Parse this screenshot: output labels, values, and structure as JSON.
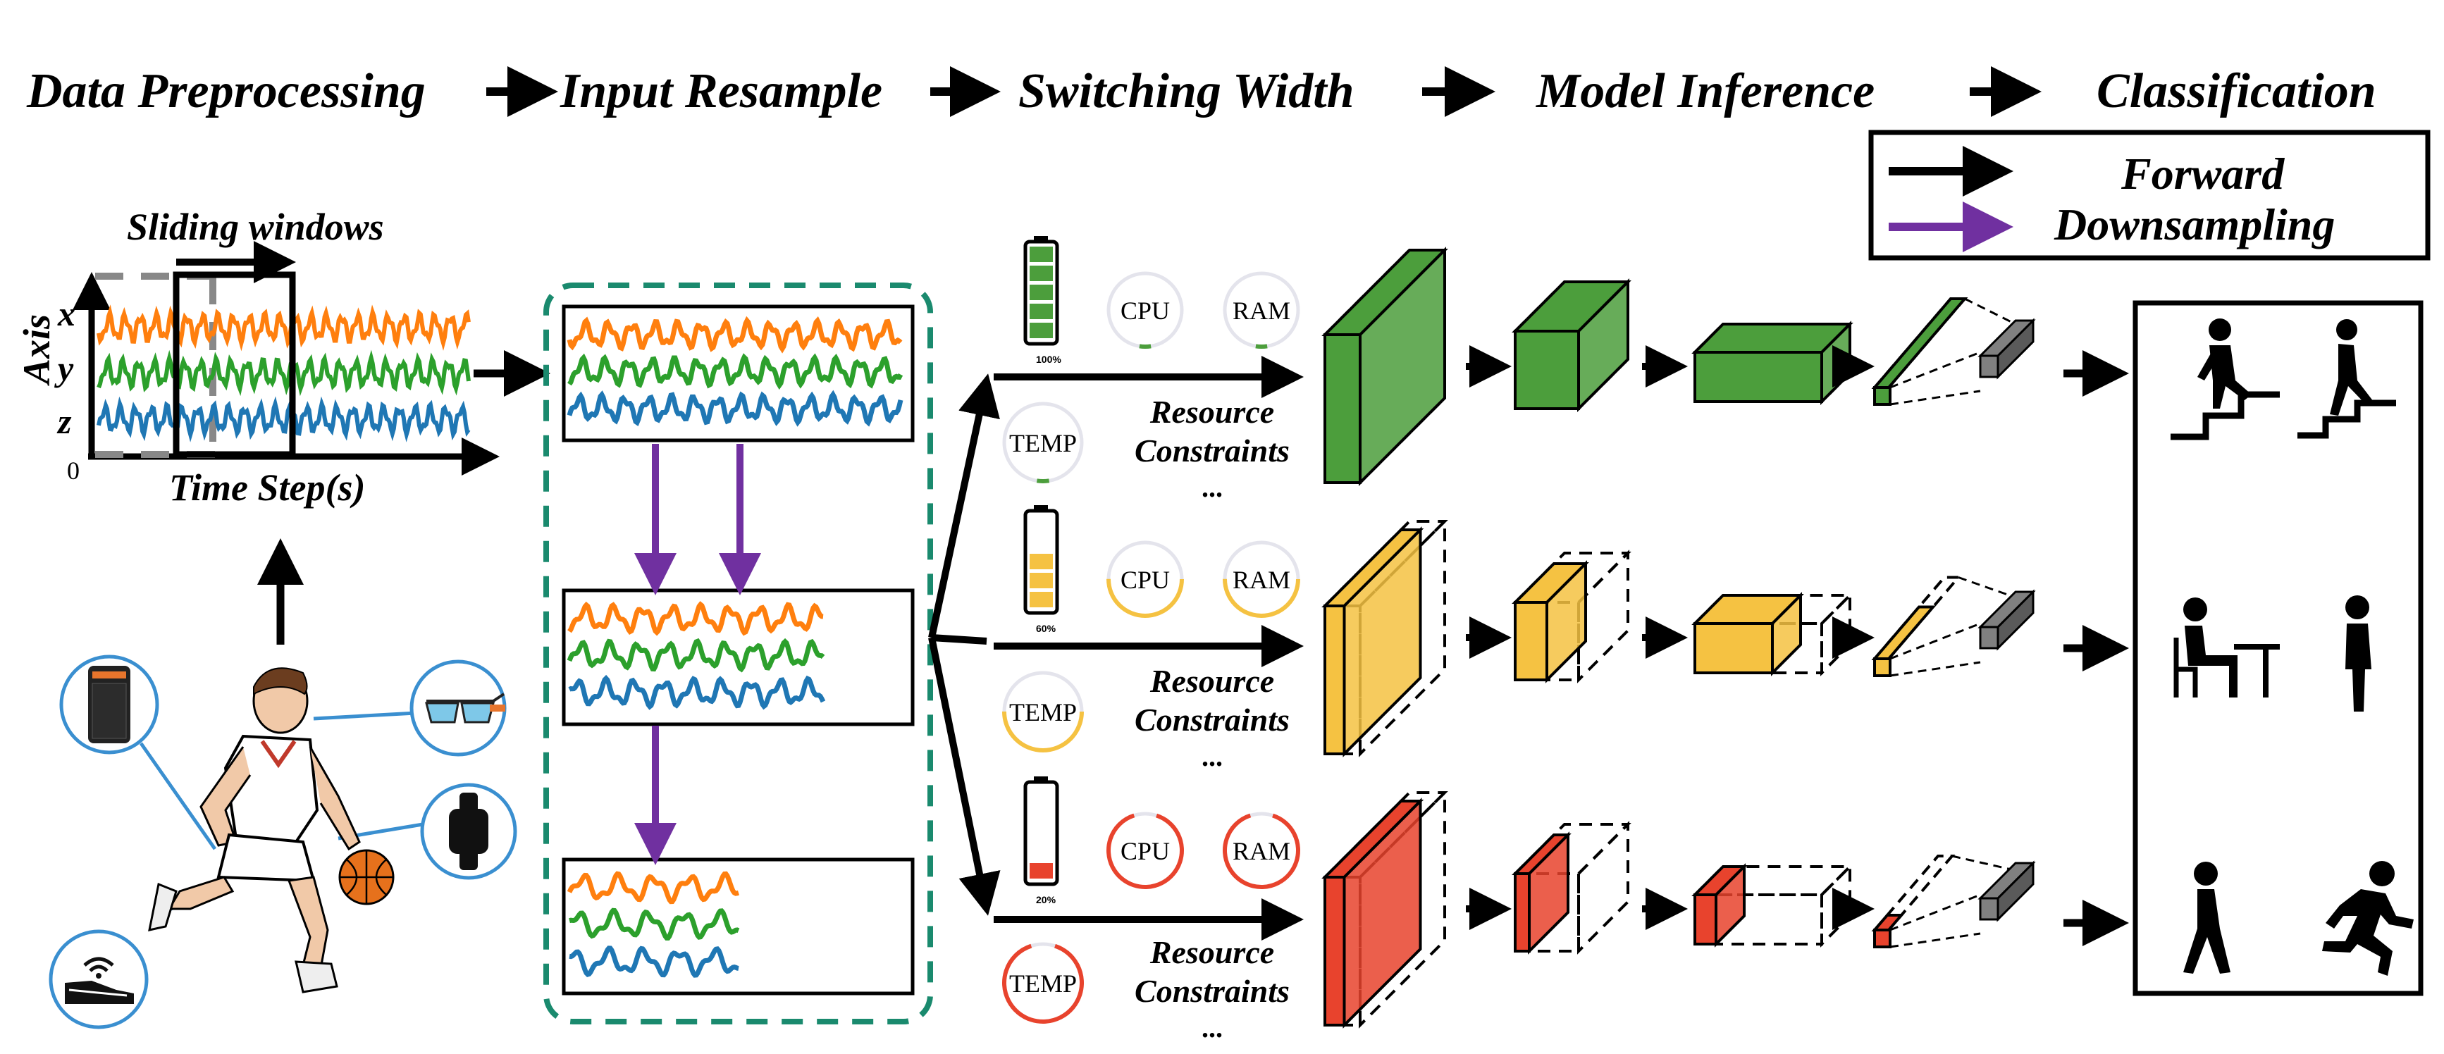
{
  "stages": {
    "data_preprocessing": "Data Preprocessing",
    "input_resample": "Input Resample",
    "switching_width": "Switching Width",
    "model_inference": "Model Inference",
    "classification": "Classification"
  },
  "legend": {
    "forward": "Forward",
    "downsampling": "Downsampling",
    "forward_color": "#000000",
    "downsampling_color": "#7030a0"
  },
  "preprocessing": {
    "sliding_windows": "Sliding windows",
    "axis_label": "Axis",
    "axis_x": "x",
    "axis_y": "y",
    "axis_z": "z",
    "origin": "0",
    "time_label": "Time Step(s)"
  },
  "colors": {
    "series_x": "#ff7f0e",
    "series_y": "#2ca02c",
    "series_z": "#1f77b4",
    "dashed_frame": "#1a8a6e",
    "high": "#4c9e3c",
    "mid": "#f5c242",
    "low": "#e8432d",
    "gray_block": "#808080"
  },
  "branches": [
    {
      "battery_pct": "100%",
      "battery_level": 1.0,
      "cpu": "CPU",
      "ram": "RAM",
      "temp": "TEMP",
      "resource": [
        "Resource",
        "Constraints"
      ],
      "ellipsis": "...",
      "gauge_level": 0.05
    },
    {
      "battery_pct": "60%",
      "battery_level": 0.6,
      "cpu": "CPU",
      "ram": "RAM",
      "temp": "TEMP",
      "resource": [
        "Resource",
        "Constraints"
      ],
      "ellipsis": "...",
      "gauge_level": 0.5
    },
    {
      "battery_pct": "20%",
      "battery_level": 0.2,
      "cpu": "CPU",
      "ram": "RAM",
      "temp": "TEMP",
      "resource": [
        "Resource",
        "Constraints"
      ],
      "ellipsis": "...",
      "gauge_level": 0.9
    }
  ],
  "classification_icons": [
    "climbing-stairs-icon",
    "descending-stairs-icon",
    "sitting-icon",
    "standing-icon",
    "walking-icon",
    "running-icon"
  ],
  "device_icons": [
    "phone-icon",
    "smart-glasses-icon",
    "smartwatch-icon",
    "smart-shoe-icon",
    "athlete-figure-icon"
  ]
}
